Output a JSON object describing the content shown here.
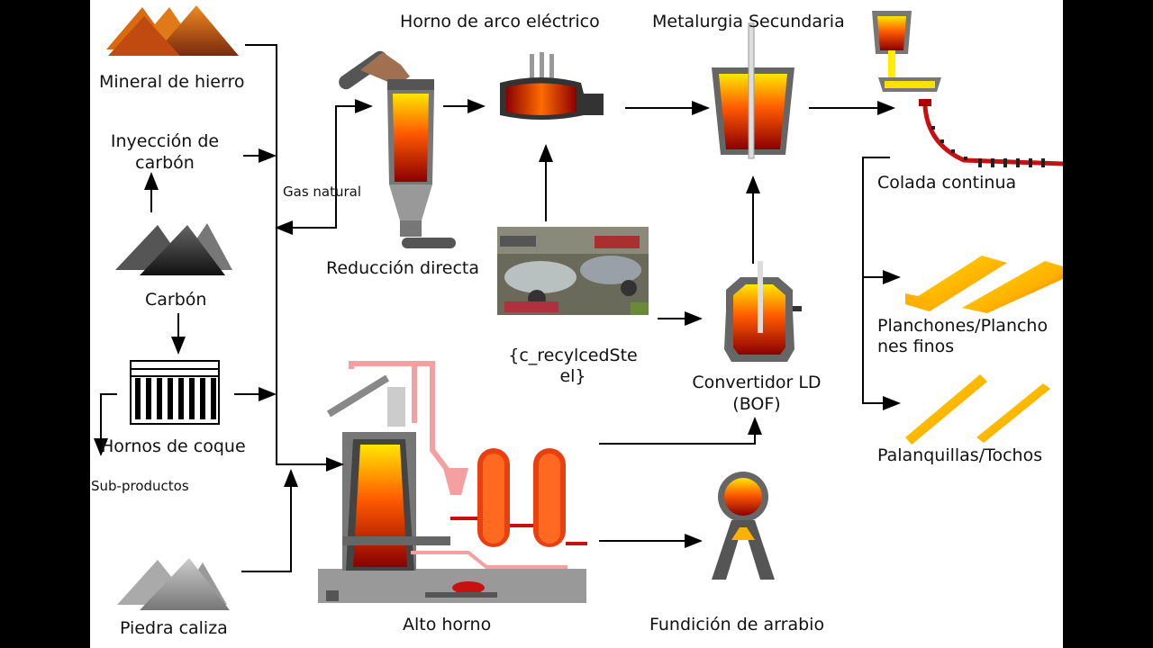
{
  "labels": {
    "mineral": "Mineral de hierro",
    "inyeccion_1": "Inyección de",
    "inyeccion_2": "carbón",
    "carbon": "Carbón",
    "hornos_coque": "Hornos de coque",
    "subproductos": "Sub-productos",
    "piedra": "Piedra caliza",
    "gas": "Gas natural",
    "reduccion": "Reducción directa",
    "arco": "Horno de arco eléctrico",
    "metalurgia": "Metalurgia Secundaria",
    "colada": "Colada continua",
    "recycled_1": "{c_recylcedSte",
    "recycled_2": "el}",
    "ld_1": "Convertidor LD",
    "ld_2": "(BOF)",
    "alto": "Alto horno",
    "fundicion": "Fundición de arrabio",
    "planchones_1": "Planchones/Plancho",
    "planchones_2": "nes finos",
    "palanquillas": "Palanquillas/Tochos"
  },
  "colors": {
    "molten_top": "#ffe600",
    "molten_mid": "#ff5a00",
    "molten_bottom": "#8b0000",
    "ore": "#b03010",
    "coal": "#222222",
    "limestone": "#888888",
    "pipes": "#f4a0a0"
  }
}
